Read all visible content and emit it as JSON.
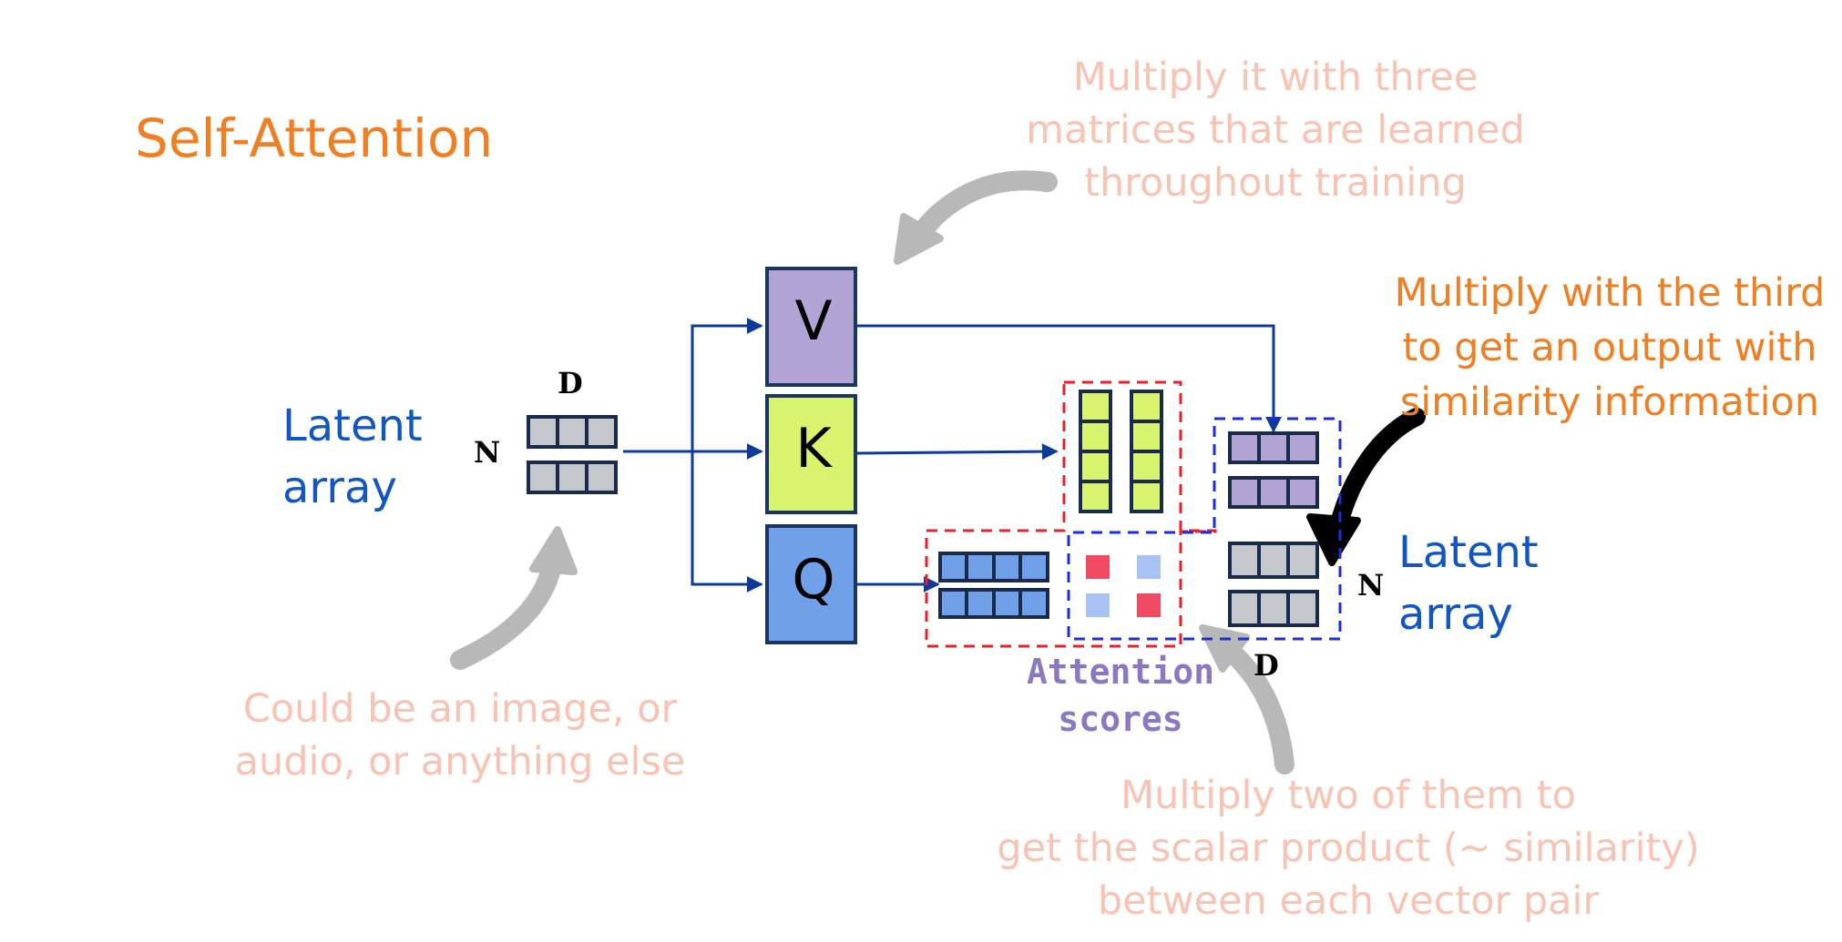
{
  "title": "Self-Attention",
  "notes": {
    "matrices": [
      "Multiply it with three",
      "matrices that are learned",
      "throughout training"
    ],
    "third": [
      "Multiply with the third",
      "to get an output with",
      "similarity information"
    ],
    "input": [
      "Could be an image, or",
      "audio, or anything else"
    ],
    "scalar": [
      "Multiply two of them to",
      "get the scalar product (~ similarity)",
      "between each vector pair"
    ]
  },
  "latent_in": [
    "Latent",
    "array"
  ],
  "latent_out": [
    "Latent",
    "array"
  ],
  "boxes": {
    "v": "V",
    "k": "K",
    "q": "Q"
  },
  "dims": {
    "d_in": "D",
    "n_in": "N",
    "n_out": "N",
    "d_out": "D"
  },
  "attention_scores": [
    "Attention",
    "scores"
  ],
  "colors": {
    "v": "#b2a5d6",
    "k": "#d8f36e",
    "q": "#6fa0e8",
    "grey": "#c4c7cb",
    "arrow": "#0d3a99",
    "red_dash": "#e8202a",
    "blue_dash": "#1c2fd6",
    "score_red": "#ef4a62",
    "score_blue": "#a8c2f6"
  }
}
